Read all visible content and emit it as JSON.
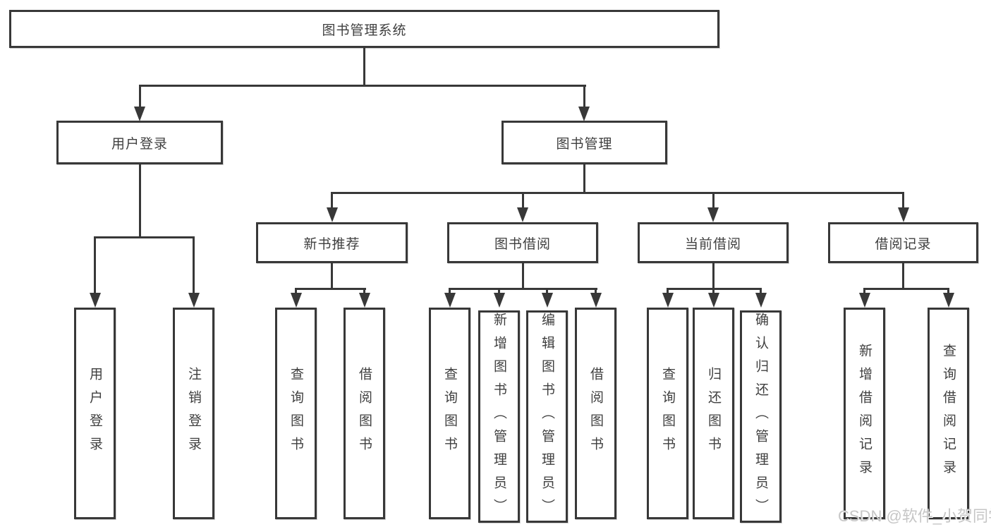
{
  "nodes": {
    "root": "图书管理系统",
    "login": "用户登录",
    "manage": "图书管理",
    "l3": [
      "新书推荐",
      "图书借阅",
      "当前借阅",
      "借阅记录"
    ],
    "login_leaves": [
      "用户登录",
      "注销登录"
    ],
    "recommend_leaves": [
      "查询图书",
      "借阅图书"
    ],
    "borrow_leaves": [
      "查询图书",
      "新增图书（管理员）",
      "编辑图书（管理员）",
      "借阅图书"
    ],
    "current_leaves": [
      "查询图书",
      "归还图书",
      "确认归还（管理员）"
    ],
    "record_leaves": [
      "新增借阅记录",
      "查询借阅记录"
    ]
  },
  "watermark": "CSDN @软件_小贺同学",
  "colors": {
    "line": "#383838",
    "text": "#3f3f3f",
    "watermark": "#c6c6c6",
    "background": "#ffffff"
  }
}
